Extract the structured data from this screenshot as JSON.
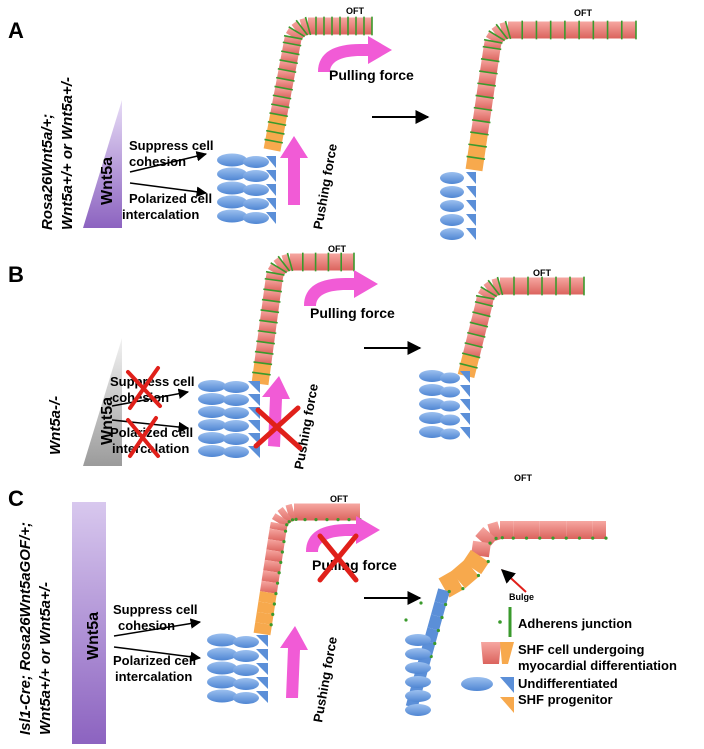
{
  "labels": {
    "panel_a": "A",
    "panel_b": "B",
    "panel_c": "C",
    "oft": "OFT",
    "pulling_force": "Pulling force",
    "pushing_force": "Pushing force",
    "suppress_1": "Suppress cell",
    "suppress_2": "cohesion",
    "polarized_1": "Polarized cell",
    "polarized_2": "intercalation",
    "wnt5a": "Wnt5a",
    "bulge": "Bulge"
  },
  "genotypes": {
    "a_line1": "Rosa26Wnt5a/+;",
    "a_line2": "Wnt5a+/+ or Wnt5a+/-",
    "b_line1": "Wnt5a-/-",
    "c_line1": "Isl1-Cre; Rosa26Wnt5aGOF/+;",
    "c_line2": "Wnt5a+/+ or Wnt5a+/-"
  },
  "legend": {
    "adherens": "Adherens   junction",
    "shf_diff_1": "SHF cell undergoing",
    "shf_diff_2": "myocardial differentiation",
    "undiff_1": "Undifferentiated",
    "undiff_2": "SHF progenitor"
  },
  "colors": {
    "red_cell": "#e0706a",
    "red_cell_light": "#f4a6a0",
    "orange_cell": "#f7a94d",
    "blue_cell": "#5b8fd8",
    "blue_cell_light": "#8fb6ec",
    "junction": "#3a9a2c",
    "magenta": "#f15bd6",
    "purple_grad": "#8c63c0",
    "purple_light": "#d8c8ee",
    "grey_grad": "#9b9b9b",
    "red_x": "#e0201a"
  }
}
